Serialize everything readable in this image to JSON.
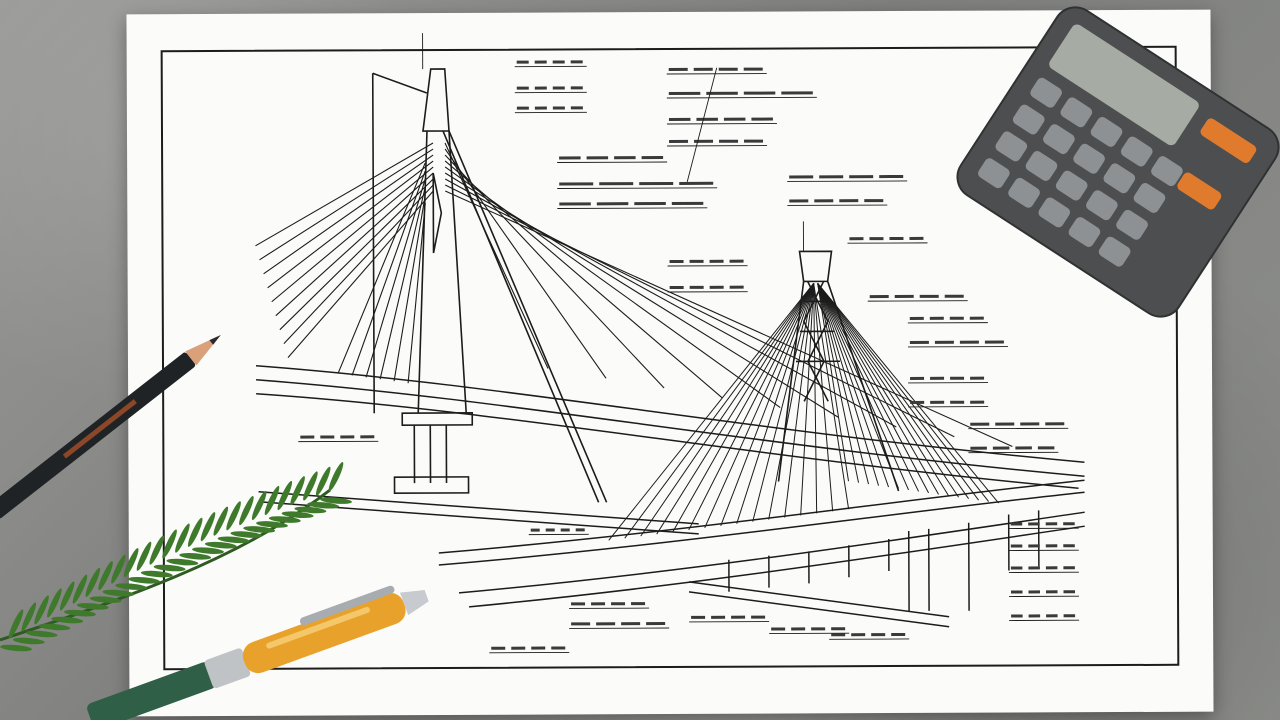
{
  "scene": {
    "background": "concrete-desk",
    "colors": {
      "paper": "#fbfbf9",
      "ink": "#1c1c1c",
      "calculator_body": "#4c4e50",
      "calculator_key": "#8d9194",
      "calculator_accent": "#e07b2e",
      "pen_body": "#e8a22c",
      "pencil_tip": "#d9a07a",
      "rosemary": "#3f7a2c"
    },
    "objects": [
      "blueprint-sheet",
      "cable-stayed-bridge-drawing",
      "calculator",
      "pencil",
      "ballpoint-pen",
      "rosemary-sprig"
    ]
  }
}
